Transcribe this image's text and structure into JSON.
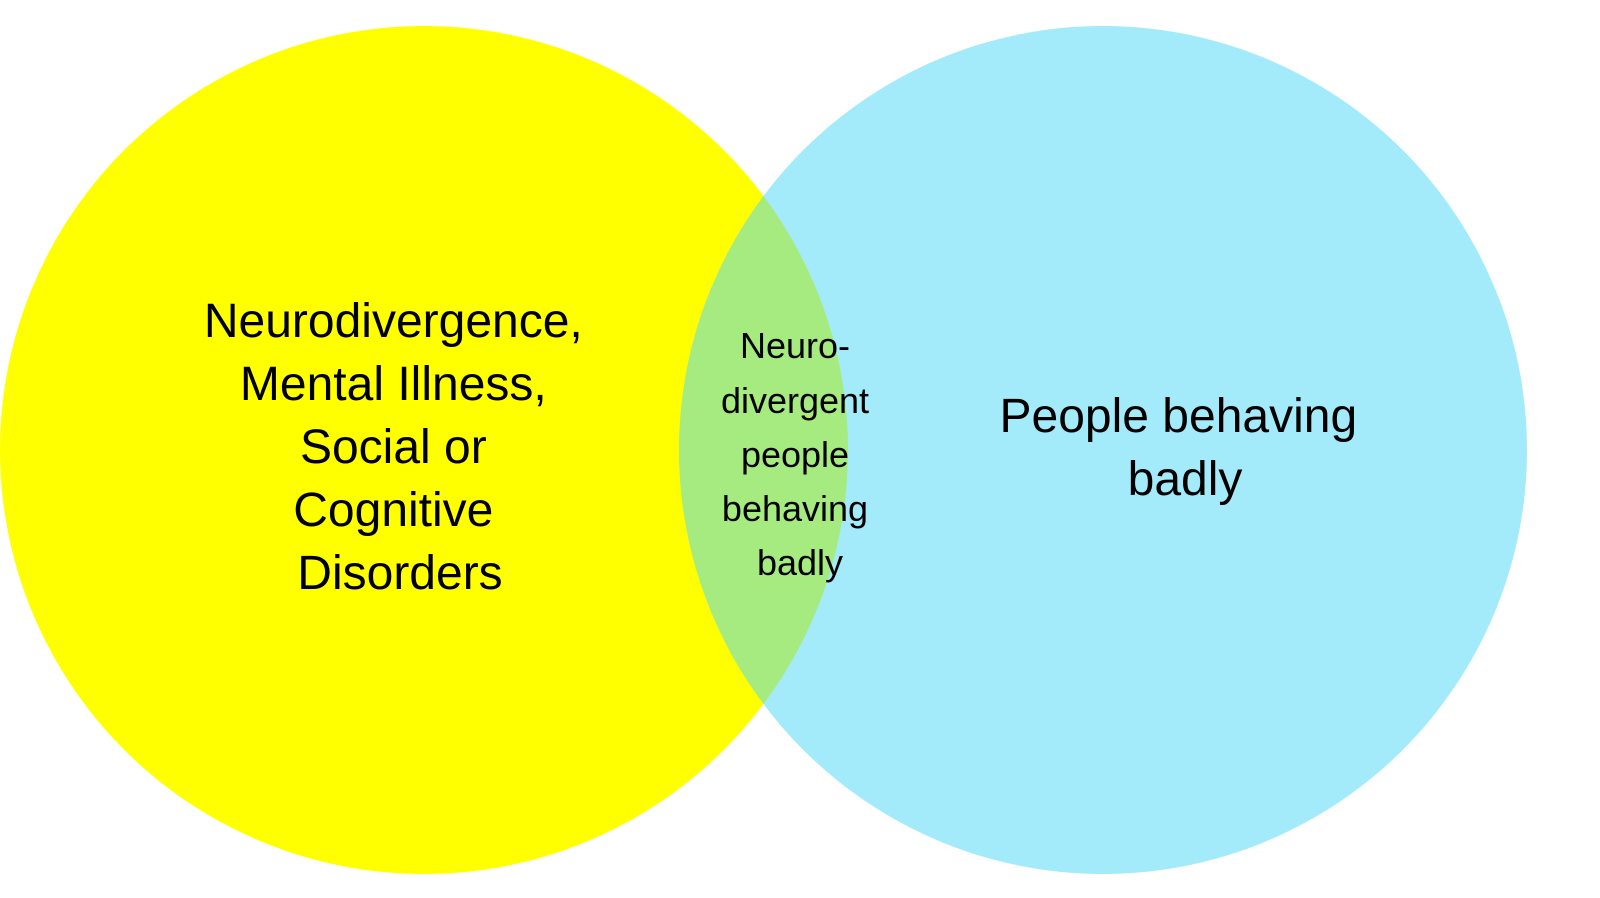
{
  "diagram": {
    "type": "venn",
    "sets": [
      {
        "id": "left",
        "lines": [
          "Neurodivergence,",
          "Mental Illness,",
          "Social or",
          "Cognitive",
          "Disorders"
        ],
        "color": "#FFFF00"
      },
      {
        "id": "right",
        "lines": [
          "People behaving",
          "badly"
        ],
        "color": "#A3EBFB"
      }
    ],
    "intersection": {
      "lines": [
        "Neuro-",
        "divergent",
        "people",
        "behaving",
        "badly"
      ],
      "color": "#A5EB80"
    }
  }
}
